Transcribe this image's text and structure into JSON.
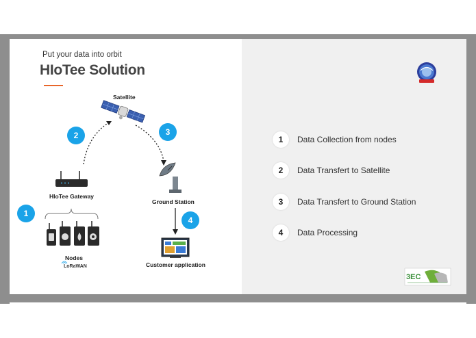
{
  "slide": {
    "subtitle": "Put your data into orbit",
    "title": "HIoTee Solution"
  },
  "diagram": {
    "satellite_label": "Satellite",
    "gateway_label": "HIoTee Gateway",
    "ground_label": "Ground Station",
    "nodes_label": "Nodes",
    "lorawan_label": "LoRaWAN",
    "app_label": "Customer application",
    "badges": [
      "1",
      "2",
      "3",
      "4"
    ],
    "badge_color": "#1aa3e8"
  },
  "steps": [
    {
      "num": "1",
      "text": "Data Collection from nodes"
    },
    {
      "num": "2",
      "text": "Data Transfert to Satellite"
    },
    {
      "num": "3",
      "text": "Data Transfert to Ground Station"
    },
    {
      "num": "4",
      "text": "Data Processing"
    }
  ],
  "logos": {
    "partner_text": "3EC"
  },
  "colors": {
    "accent": "#e8662a",
    "panel_bg": "#f0f0f0"
  }
}
